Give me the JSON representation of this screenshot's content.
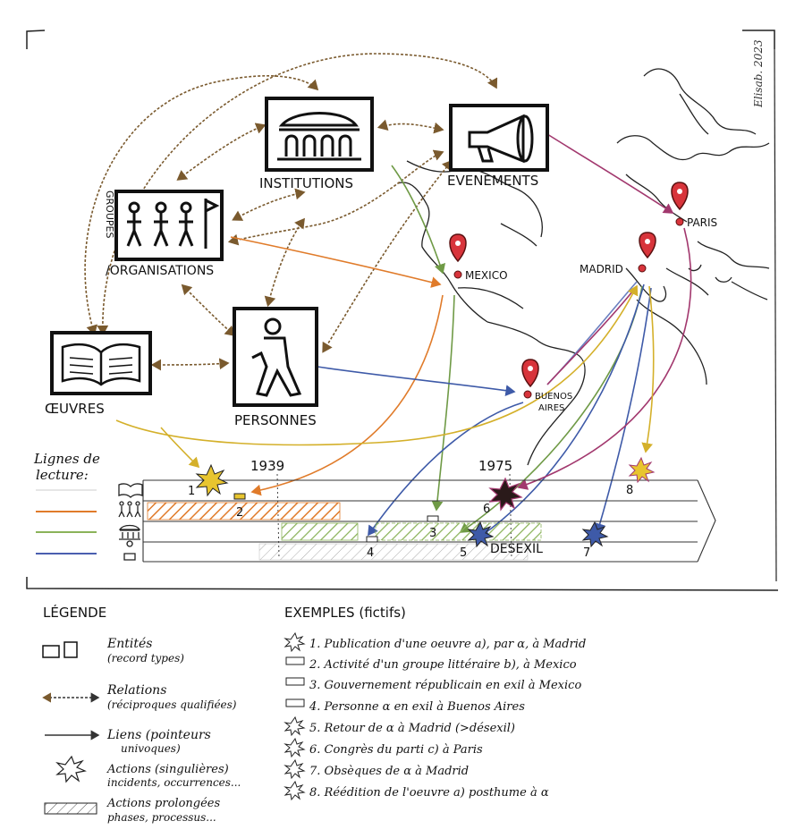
{
  "entities": {
    "institutions": "INSTITUTIONS",
    "evenements": "EVENEMENTS",
    "groupes_vertical": "GROUPES",
    "organisations": "/ORGANISATIONS",
    "oeuvres": "ŒUVRES",
    "personnes": "PERSONNES"
  },
  "signature": "Elisab. 2023",
  "places": [
    {
      "id": "mexico",
      "label": "MEXICO"
    },
    {
      "id": "madrid",
      "label": "MADRID"
    },
    {
      "id": "paris",
      "label": "PARIS"
    },
    {
      "id": "buenos_aires",
      "label_1": "BUENOS",
      "label_2": "AIRES"
    }
  ],
  "timeline": {
    "title_1": "Lignes de",
    "title_2": "lecture:",
    "year_1": "1939",
    "year_2": "1975",
    "desexil": "DESEXIL",
    "markers": [
      "1",
      "2",
      "3",
      "4",
      "5",
      "6",
      "7",
      "8"
    ],
    "line_colors": {
      "oeuvres": "#e6e6e6",
      "groupes": "#e07b2a",
      "institutions": "#8bb35a",
      "personnes": "#4a5fb0"
    }
  },
  "legend": {
    "title": "LÉGENDE",
    "items": [
      {
        "name": "Entités",
        "sub": "(record types)"
      },
      {
        "name": "Relations",
        "sub": "(réciproques qualifiées)"
      },
      {
        "name": "Liens (pointeurs",
        "sub": "univoques)"
      },
      {
        "name": "Actions (singulières)",
        "sub": "incidents, occurrences..."
      },
      {
        "name": "Actions prolongées",
        "sub": "phases, processus..."
      }
    ]
  },
  "examples": {
    "title": "EXEMPLES (fictifs)",
    "items": [
      "1. Publication d'une oeuvre a), par α, à Madrid",
      "2. Activité d'un groupe littéraire b), à Mexico",
      "3. Gouvernement républicain en exil à Mexico",
      "4. Personne α en exil à Buenos Aires",
      "5. Retour de α à Madrid (>désexil)",
      "6. Congrès du parti c) à Paris",
      "7. Obsèques de α à Madrid",
      "8. Réédition de l'oeuvre a) posthume à α"
    ]
  },
  "colors": {
    "ink": "#1a1a1a",
    "pin": "#d8343b",
    "brown": "#7a5a2e",
    "orange": "#e07b2a",
    "green": "#6f9a46",
    "blue": "#3e5aa8",
    "magenta": "#a2386e",
    "yellow": "#e8c52f"
  },
  "icons": [
    "institution-icon",
    "megaphone-icon",
    "group-flag-icon",
    "book-icon",
    "person-walking-icon",
    "map-pin-icon",
    "star-burst-icon"
  ]
}
